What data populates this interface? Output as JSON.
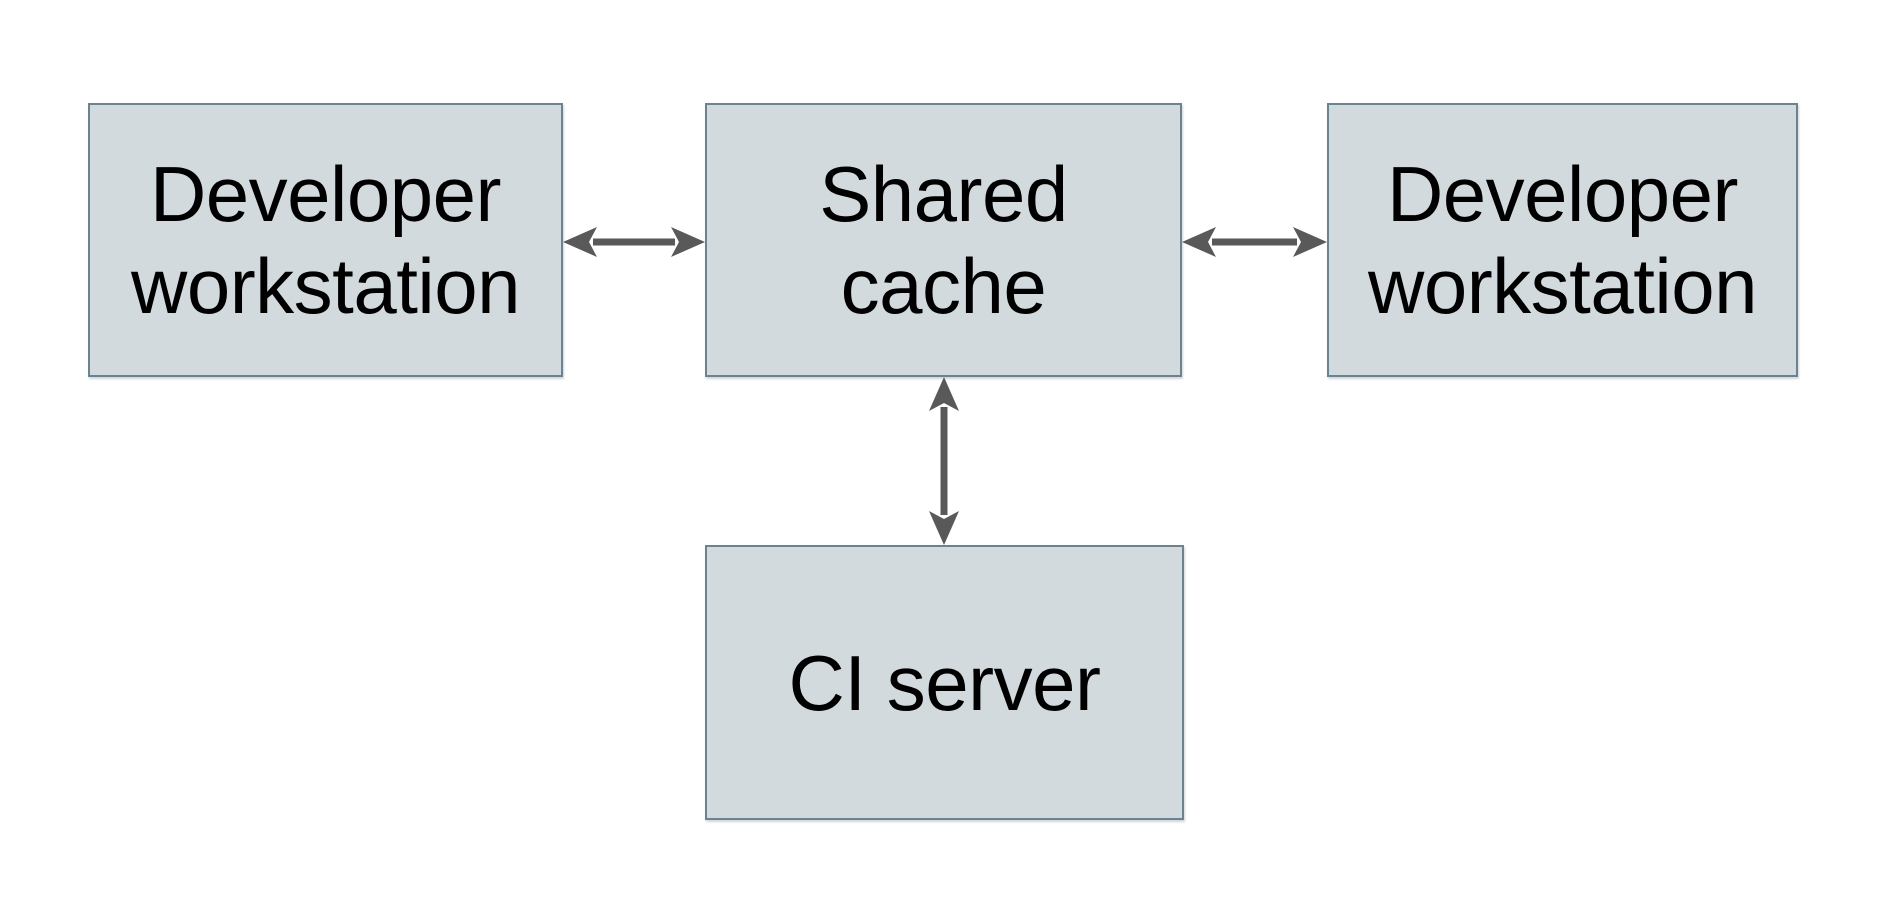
{
  "diagram": {
    "nodes": {
      "dev_left": {
        "label": "Developer\nworkstation"
      },
      "shared_cache": {
        "label": "Shared\ncache"
      },
      "dev_right": {
        "label": "Developer\nworkstation"
      },
      "ci_server": {
        "label": "CI server"
      }
    },
    "edges": [
      {
        "from": "dev_left",
        "to": "shared_cache",
        "direction": "bidirectional"
      },
      {
        "from": "shared_cache",
        "to": "dev_right",
        "direction": "bidirectional"
      },
      {
        "from": "shared_cache",
        "to": "ci_server",
        "direction": "bidirectional"
      }
    ],
    "colors": {
      "background": "#ffffff",
      "node_fill": "#d3dadd",
      "node_border": "#6b8391",
      "arrow": "#595959",
      "text": "#000000"
    }
  }
}
